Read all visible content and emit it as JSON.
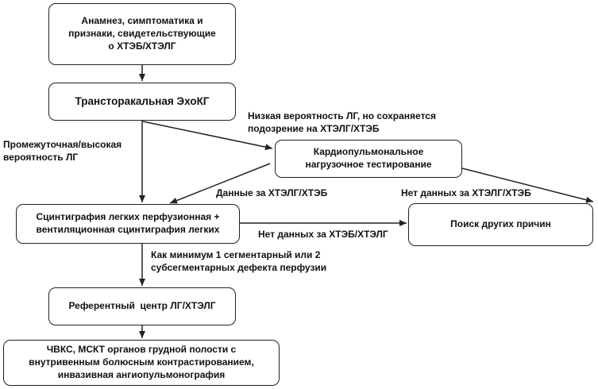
{
  "nodes": {
    "history": {
      "lines": [
        "Анамнез, симптоматика и",
        "признаки, свидетельствующие",
        "о ХТЭБ/ХТЭЛГ"
      ]
    },
    "echo": {
      "lines": [
        "Трансторакальная ЭхоКГ"
      ]
    },
    "cpet": {
      "lines": [
        "Кардиопульмональное",
        "нагрузочное тестирование"
      ]
    },
    "scintigraphy": {
      "lines": [
        "Сцинтиграфия легких перфузионная +",
        "вентиляционная сцинтиграфия легких"
      ]
    },
    "other_causes": {
      "lines": [
        "Поиск других причин"
      ]
    },
    "referral_center": {
      "lines": [
        "Референтный  центр ЛГ/ХТЭЛГ"
      ]
    },
    "imaging": {
      "lines": [
        "ЧВКС, МСКТ органов грудной полости с",
        "внутривенным болюсным контрастированием,",
        "инвазивная ангиопульмонография"
      ]
    }
  },
  "edge_labels": {
    "low_probability": [
      "Низкая вероятность ЛГ, но сохраняется",
      "подозрение на ХТЭЛГ/ХТЭБ"
    ],
    "intermediate_high": [
      "Промежуточная/высокая",
      "вероятность ЛГ"
    ],
    "data_for_cteph": [
      "Данные за ХТЭЛГ/ХТЭБ"
    ],
    "no_data_cteph_cpet": [
      "Нет данных за ХТЭЛГ/ХТЭБ"
    ],
    "no_data_cteph_scint": [
      "Нет данных за ХТЭБ/ХТЭЛГ"
    ],
    "perfusion_defects": [
      "Как минимум 1 сегментарный или 2",
      "субсегментарных дефекта перфузии"
    ]
  }
}
